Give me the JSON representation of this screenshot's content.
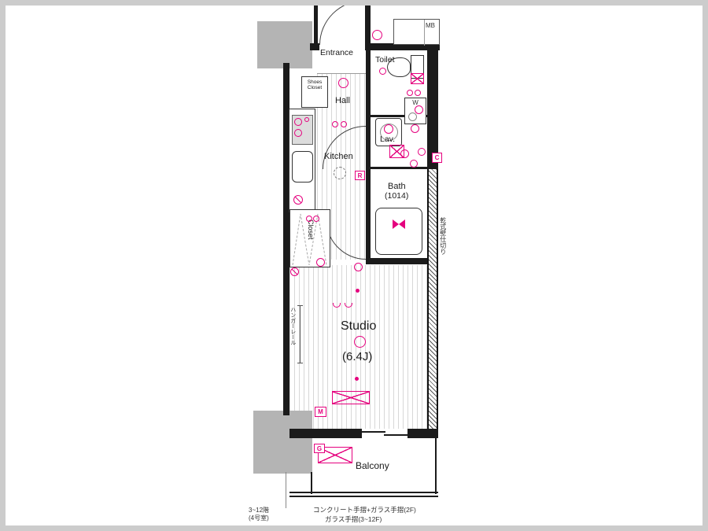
{
  "colors": {
    "accent": "#e5007e",
    "wall": "#1b1b1b",
    "pillar": "#b4b4b4",
    "frame": "#cccccc"
  },
  "rooms": {
    "entrance": "Entrance",
    "toilet": "Toilet",
    "shoes_closet_line1": "Shoes",
    "shoes_closet_line2": "Closet",
    "hall": "Hall",
    "kitchen": "Kitchen",
    "lav": "Lav.",
    "bath_line1": "Bath",
    "bath_line2": "(1014)",
    "closet": "Closet",
    "studio_line1": "Studio",
    "studio_line2": "(6.4J)",
    "balcony": "Balcony"
  },
  "boxes": {
    "mb": "MB",
    "washer": "W",
    "c": "C",
    "r": "R",
    "m": "M",
    "g": "G"
  },
  "notes": {
    "dry_partition": "乾式壁仕切り",
    "hanger_rail": "ハンガーレール",
    "floor_range_line1": "3~12階",
    "floor_range_line2": "(4号室)",
    "railing_note_line1": "コンクリート手摺+ガラス手摺(2F)",
    "railing_note_line2": "ガラス手摺(3~12F)"
  }
}
